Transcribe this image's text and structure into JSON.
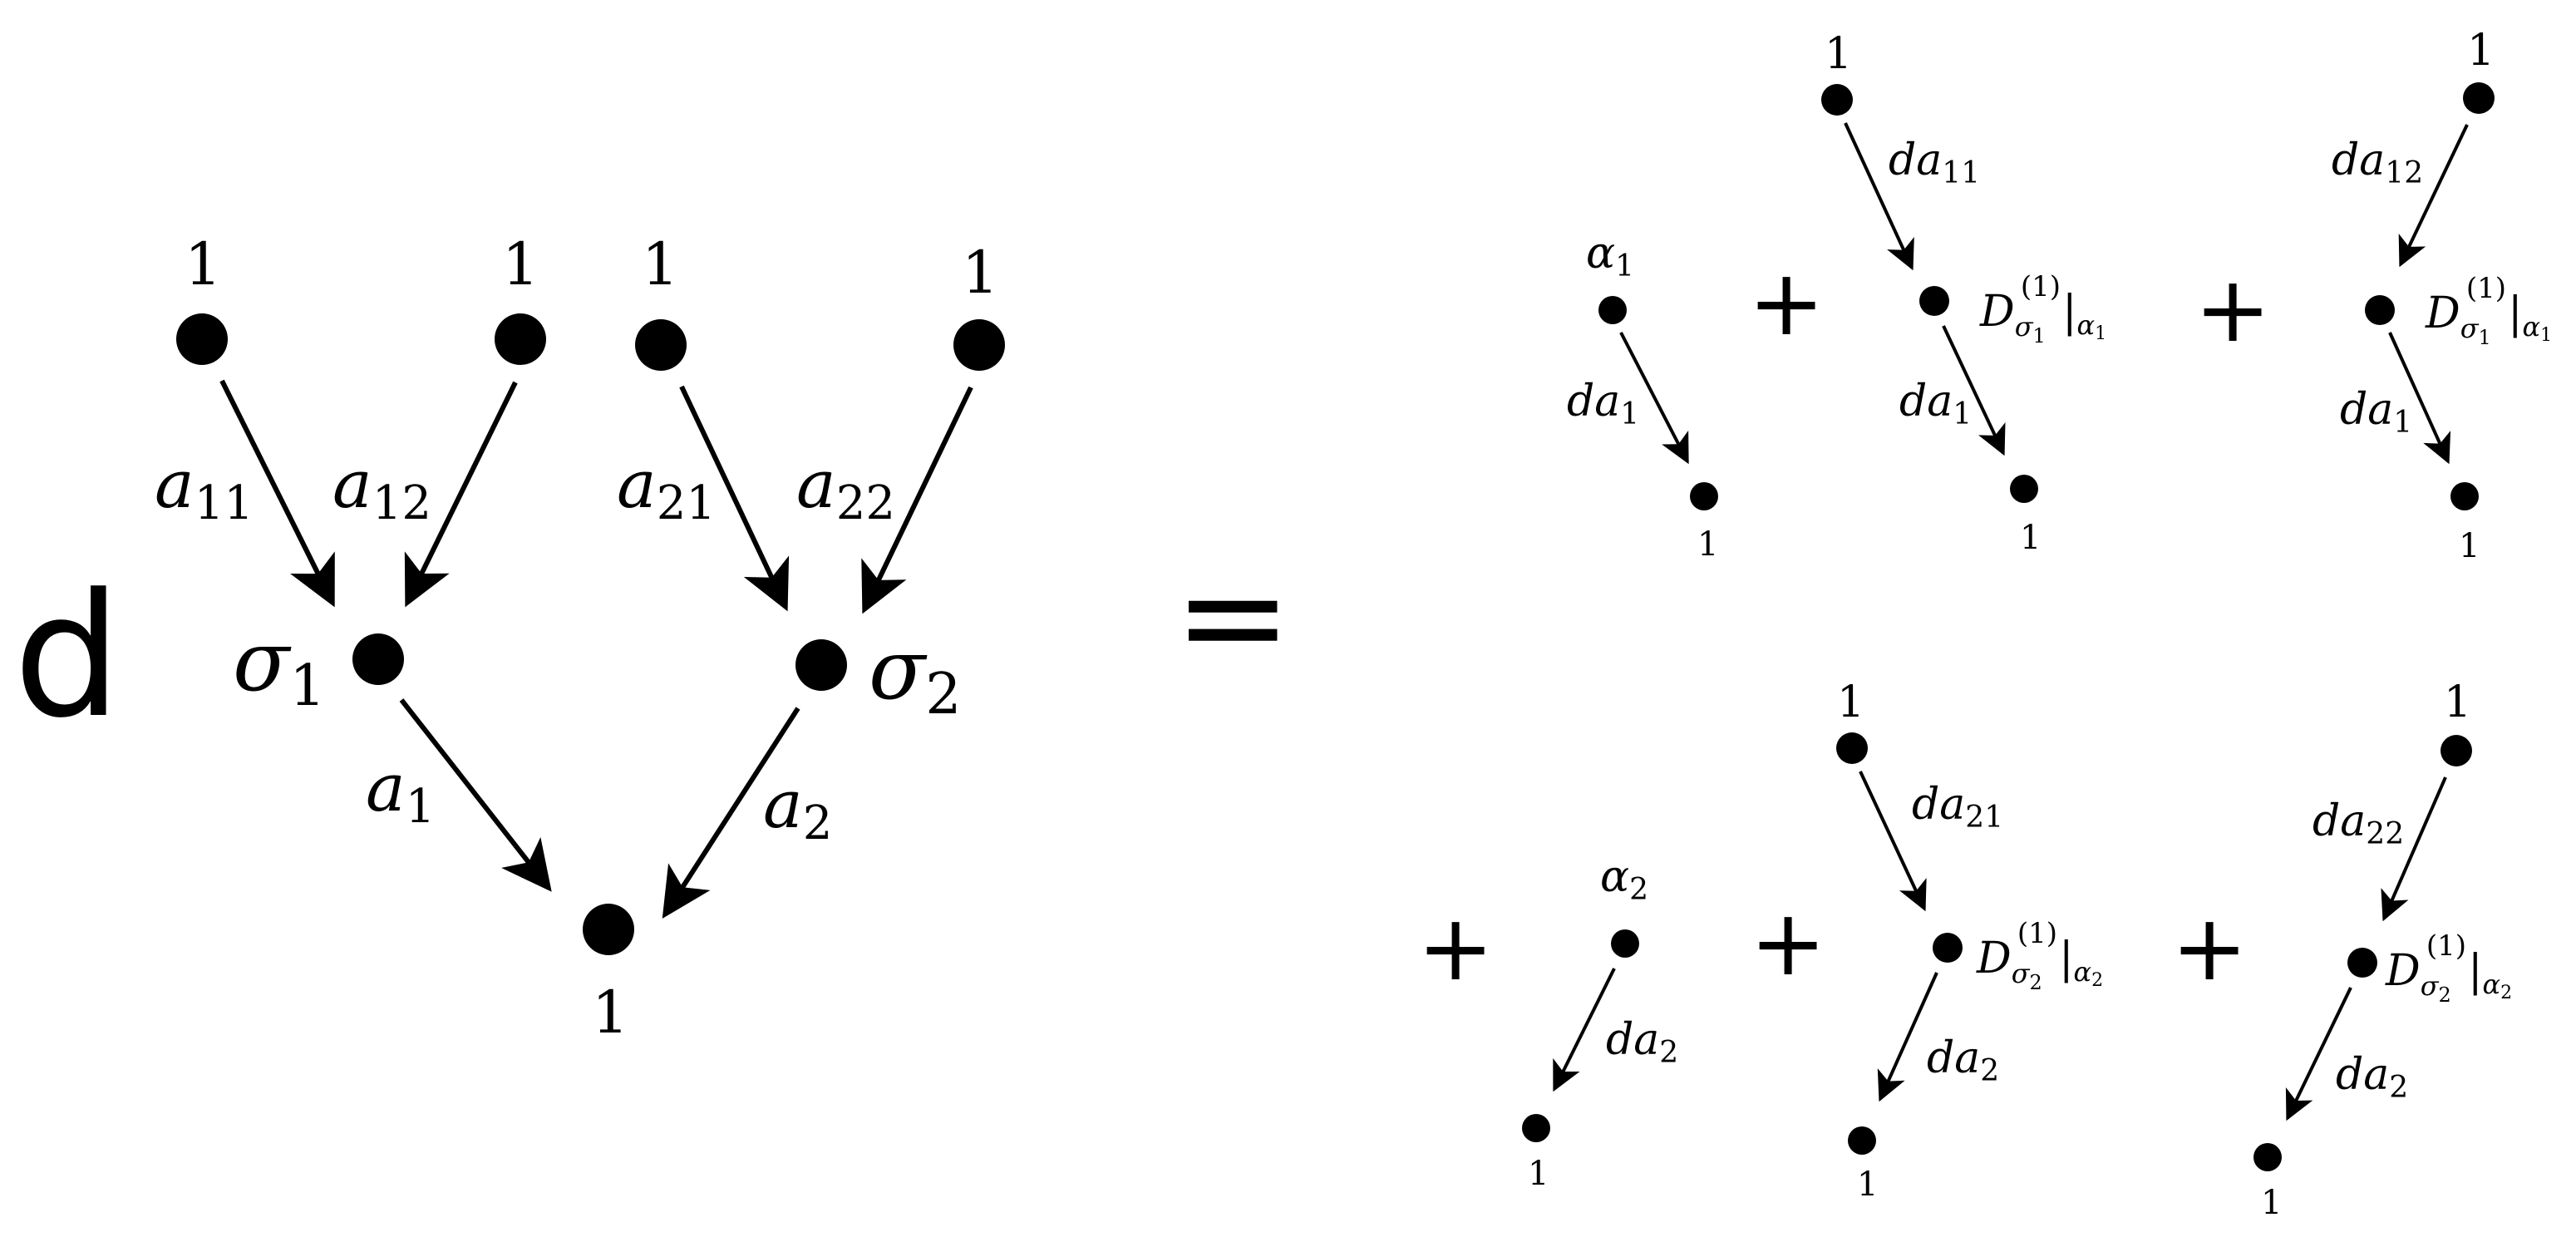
{
  "lhs": {
    "operator": "d",
    "top_labels": [
      "1",
      "1",
      "1",
      "1"
    ],
    "edge_labels": {
      "a11": "a",
      "a11_sub": "11",
      "a12": "a",
      "a12_sub": "12",
      "a21": "a",
      "a21_sub": "21",
      "a22": "a",
      "a22_sub": "22",
      "a1": "a",
      "a1_sub": "1",
      "a2": "a",
      "a2_sub": "2"
    },
    "sigma1": "σ",
    "sigma1_sub": "1",
    "sigma2": "σ",
    "sigma2_sub": "2",
    "bottom_label": "1"
  },
  "equals": "=",
  "plus": "+",
  "rhs": {
    "t1": {
      "top": "α",
      "top_sub": "1",
      "edge": "da",
      "edge_sub": "1",
      "bottom": "1"
    },
    "t2": {
      "top": "1",
      "edge_top": "da",
      "edge_top_sub": "11",
      "D": "D",
      "D_sub": "σ",
      "D_subsub": "1",
      "D_sup": "(1)",
      "D_bar": "|",
      "D_alpha": "α",
      "D_alpha_sub": "1",
      "edge_bot": "da",
      "edge_bot_sub": "1",
      "bottom": "1"
    },
    "t3": {
      "top": "1",
      "edge_top": "da",
      "edge_top_sub": "12",
      "D": "D",
      "D_sub": "σ",
      "D_subsub": "1",
      "D_sup": "(1)",
      "D_bar": "|",
      "D_alpha": "α",
      "D_alpha_sub": "1",
      "edge_bot": "da",
      "edge_bot_sub": "1",
      "bottom": "1"
    },
    "t4": {
      "top": "α",
      "top_sub": "2",
      "edge": "da",
      "edge_sub": "2",
      "bottom": "1"
    },
    "t5": {
      "top": "1",
      "edge_top": "da",
      "edge_top_sub": "21",
      "D": "D",
      "D_sub": "σ",
      "D_subsub": "2",
      "D_sup": "(1)",
      "D_bar": "|",
      "D_alpha": "α",
      "D_alpha_sub": "2",
      "edge_bot": "da",
      "edge_bot_sub": "2",
      "bottom": "1"
    },
    "t6": {
      "top": "1",
      "edge_top": "da",
      "edge_top_sub": "22",
      "D": "D",
      "D_sub": "σ",
      "D_subsub": "2",
      "D_sup": "(1)",
      "D_bar": "|",
      "D_alpha": "α",
      "D_alpha_sub": "2",
      "edge_bot": "da",
      "edge_bot_sub": "2",
      "bottom": "1"
    }
  }
}
